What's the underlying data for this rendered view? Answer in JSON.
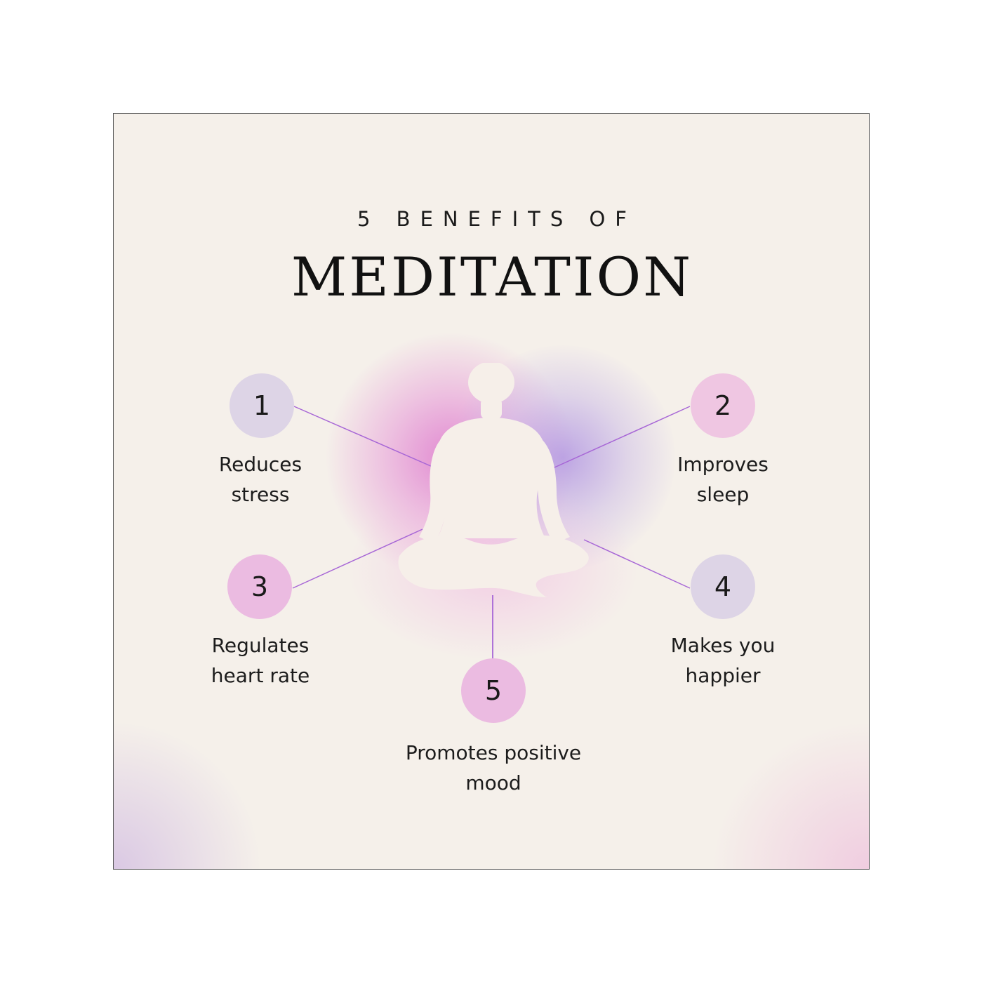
{
  "header": {
    "subtitle": "5 BENEFITS OF",
    "title": "MEDITATION"
  },
  "benefits": [
    {
      "number": "1",
      "label_line1": "Reduces",
      "label_line2": "stress"
    },
    {
      "number": "2",
      "label_line1": "Improves",
      "label_line2": "sleep"
    },
    {
      "number": "3",
      "label_line1": "Regulates",
      "label_line2": "heart rate"
    },
    {
      "number": "4",
      "label_line1": "Makes you",
      "label_line2": "happier"
    },
    {
      "number": "5",
      "label_line1": "Promotes positive",
      "label_line2": "mood"
    }
  ],
  "colors": {
    "connector": "#a766d6",
    "background": "#f5f0ea",
    "circle_lavender": "#ddd4e6",
    "circle_pink": "#efc6e2",
    "silhouette": "#f6efe9"
  },
  "icons": {
    "center": "meditating-person-icon"
  }
}
